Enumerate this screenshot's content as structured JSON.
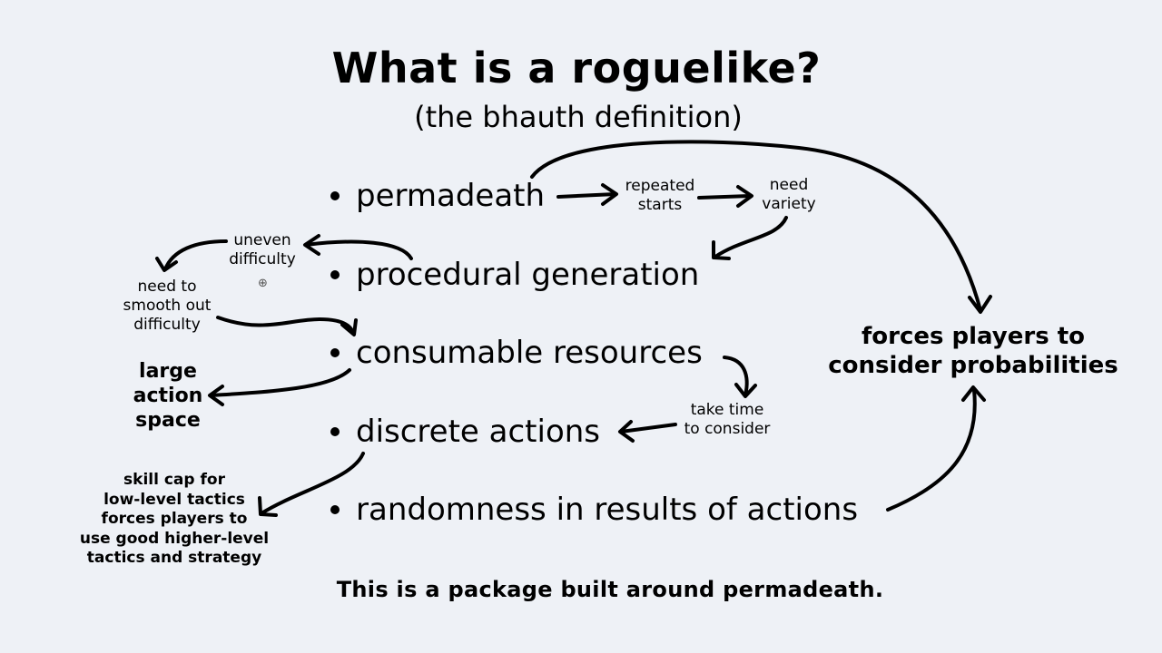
{
  "title": "What is a roguelike?",
  "subtitle": "(the bhauth definition)",
  "bullets": [
    "permadeath",
    "procedural generation",
    "consumable resources",
    "discrete actions",
    "randomness in results of actions"
  ],
  "notes": {
    "repeated_starts": [
      "repeated",
      "starts"
    ],
    "need_variety": [
      "need",
      "variety"
    ],
    "uneven_difficulty": [
      "uneven",
      "difficulty"
    ],
    "smooth_difficulty": [
      "need to",
      "smooth out",
      "difficulty"
    ],
    "large_action_space": [
      "large",
      "action",
      "space"
    ],
    "take_time": [
      "take time",
      "to consider"
    ],
    "skill_cap": [
      "skill cap for",
      "low-level tactics",
      "forces players to",
      "use good higher-level",
      "tactics and strategy"
    ]
  },
  "conclusion": [
    "forces players to",
    "consider probabilities"
  ],
  "footer": "This is a package built around permadeath.",
  "icons": {
    "cursor": "crosshair-cursor-icon"
  },
  "colors": {
    "background": "#eef1f6",
    "ink": "#000000"
  }
}
